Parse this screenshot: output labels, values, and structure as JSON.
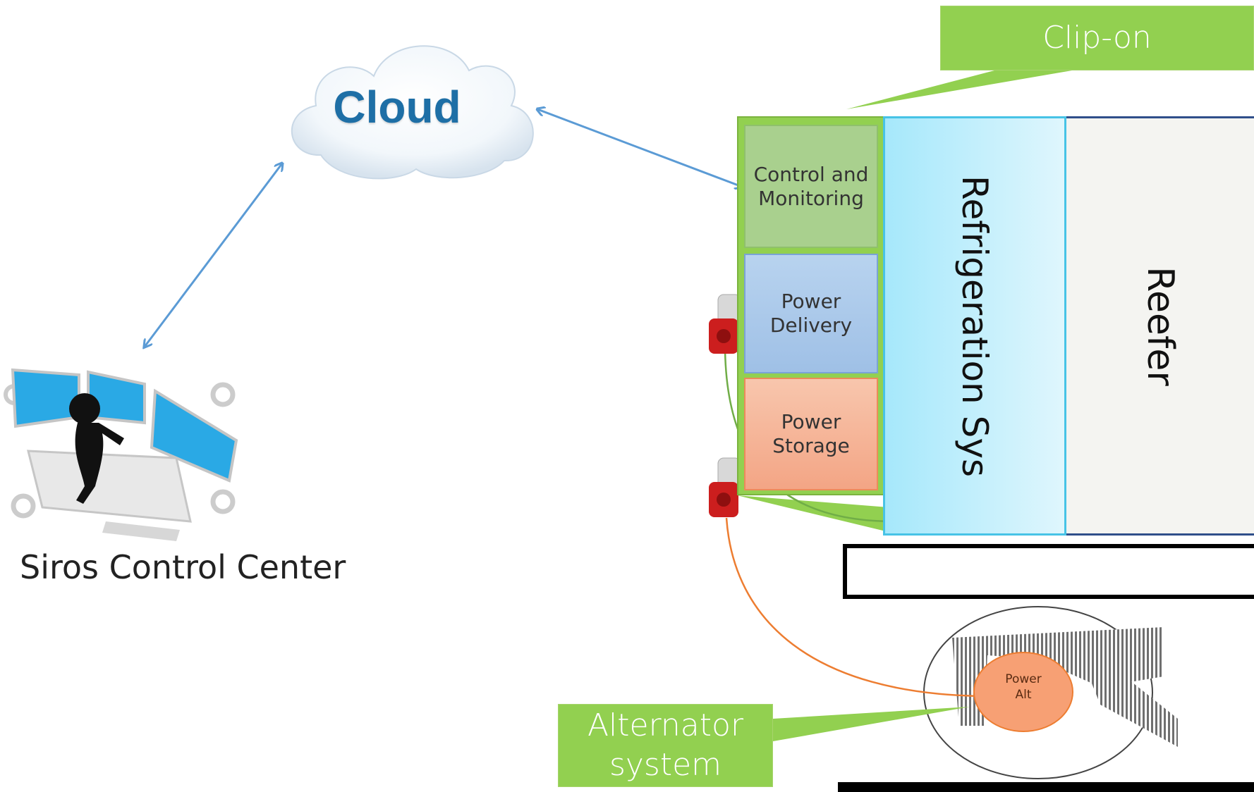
{
  "cloud": {
    "label": "Cloud"
  },
  "control_center": {
    "label": "Siros Control Center"
  },
  "clip_on": {
    "callout": "Clip-on",
    "modules": {
      "control": "Control and\nMonitoring",
      "delivery": "Power\nDelivery",
      "storage": "Power\nStorage"
    }
  },
  "refrigeration": {
    "label": "Refrigeration Sys"
  },
  "reefer": {
    "label": "Reefer"
  },
  "alternator": {
    "callout": "Alternator\nsystem",
    "unit_label": "Power\nAlt"
  },
  "colors": {
    "clip_green": "#92d050",
    "arrow_blue": "#5b9bd5",
    "cable_green": "#70ad47",
    "cable_orange": "#ed7d31",
    "cloud_text": "#1e6fa6"
  }
}
